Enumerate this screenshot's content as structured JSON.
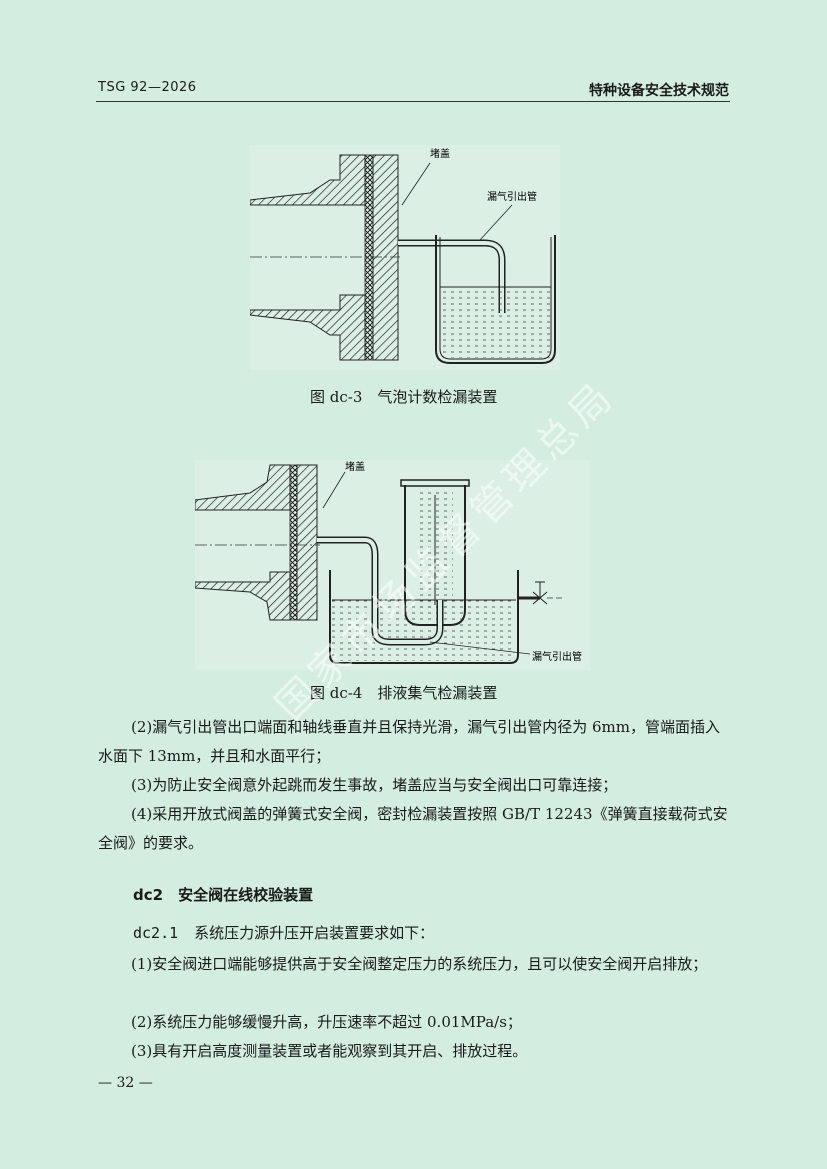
{
  "header": {
    "left": "TSG 92—2026",
    "right": "特种设备安全技术规范"
  },
  "figure3": {
    "caption": "图 dc-3　气泡计数检漏装置",
    "label_cap": "堵盖",
    "label_pipe": "漏气引出管"
  },
  "figure4": {
    "caption": "图 dc-4　排液集气检漏装置",
    "label_cap": "堵盖",
    "label_pipe": "漏气引出管"
  },
  "paragraphs": {
    "p2": "(2)漏气引出管出口端面和轴线垂直并且保持光滑，漏气引出管内径为 6mm，管端面插入水面下 13mm，并且和水面平行；",
    "p3": "(3)为防止安全阀意外起跳而发生事故，堵盖应当与安全阀出口可靠连接；",
    "p4": "(4)采用开放式阀盖的弹簧式安全阀，密封检漏装置按照 GB/T 12243《弹簧直接载荷式安全阀》的要求。"
  },
  "section": {
    "heading": "dc2　安全阀在线校验装置",
    "sub_num": "dc2.1",
    "sub_text": "系统压力源升压开启装置要求如下：",
    "items": [
      "(1)安全阀进口端能够提供高于安全阀整定压力的系统压力，且可以使安全阀开启排放；",
      "(2)系统压力能够缓慢升高，升压速率不超过 0.01MPa/s；",
      "(3)具有开启高度测量装置或者能观察到其开启、排放过程。"
    ]
  },
  "page_number": "— 32 —",
  "watermark": "国家市场监督管理总局",
  "colors": {
    "background": "#d3eddf",
    "figure_background": "#dcefe4",
    "ink": "#1a1a1a"
  }
}
